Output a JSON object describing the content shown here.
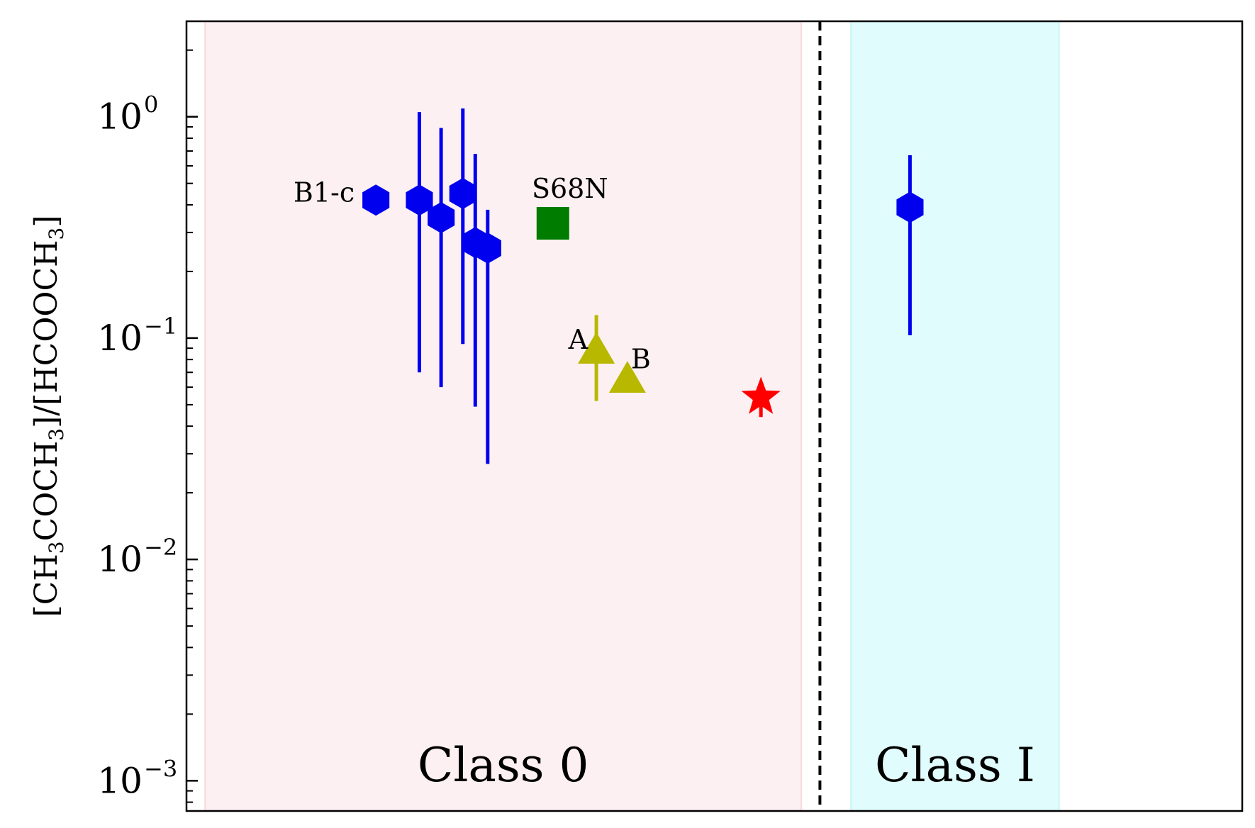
{
  "chart_data": {
    "type": "scatter",
    "title": "",
    "xlabel": "",
    "ylabel": {
      "parts": [
        "[CH",
        "3",
        "COCH",
        "3",
        "]/[HCOOCH",
        "3",
        "]"
      ]
    },
    "yscale": "log",
    "ylim": [
      0.00073,
      2.7
    ],
    "xlim": [
      0,
      34
    ],
    "yticks": [
      {
        "value": 0.001,
        "base": "10",
        "exp": "−3"
      },
      {
        "value": 0.01,
        "base": "10",
        "exp": "−2"
      },
      {
        "value": 0.1,
        "base": "10",
        "exp": "−1"
      },
      {
        "value": 1,
        "base": "10",
        "exp": "0"
      }
    ],
    "grid": false,
    "regions": [
      {
        "label": "Class 0",
        "x0": 0.6,
        "x1": 19.8,
        "color": "#fdf0f2",
        "edge": "#f7d9de"
      },
      {
        "label": "Class I",
        "x0": 21.4,
        "x1": 28.1,
        "color": "#e0fcfc",
        "edge": "#c8f3f3"
      }
    ],
    "divider": {
      "x": 20.4
    },
    "series": [
      {
        "marker": "hexagon",
        "color": "#0000ee",
        "points": [
          {
            "x": 6.1,
            "y": 0.42,
            "label": "B1-c"
          },
          {
            "x": 7.5,
            "y": 0.42,
            "yerr": [
              0.07,
              1.05
            ]
          },
          {
            "x": 8.2,
            "y": 0.35,
            "yerr": [
              0.06,
              0.89
            ]
          },
          {
            "x": 8.9,
            "y": 0.45,
            "yerr": [
              0.094,
              1.09
            ]
          },
          {
            "x": 9.3,
            "y": 0.27,
            "yerr": [
              0.049,
              0.68
            ]
          },
          {
            "x": 9.7,
            "y": 0.255,
            "yerr": [
              0.027,
              0.38
            ]
          },
          {
            "x": 23.3,
            "y": 0.39,
            "yerr": [
              0.103,
              0.67
            ]
          }
        ]
      },
      {
        "marker": "square",
        "color": "#007d00",
        "points": [
          {
            "x": 11.8,
            "y": 0.33,
            "label": "S68N"
          }
        ]
      },
      {
        "marker": "triangle",
        "color": "#b8b800",
        "points": [
          {
            "x": 13.2,
            "y": 0.088,
            "yerr": [
              0.052,
              0.127
            ],
            "label": "A"
          },
          {
            "x": 14.2,
            "y": 0.065,
            "label": "B"
          }
        ]
      },
      {
        "marker": "star",
        "color": "#ff0000",
        "points": [
          {
            "x": 18.5,
            "y": 0.054,
            "yerr": [
              0.044,
              0.063
            ]
          }
        ]
      }
    ]
  }
}
